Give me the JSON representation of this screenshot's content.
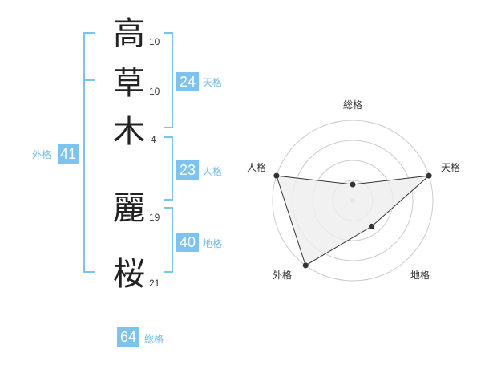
{
  "name": {
    "chars": [
      {
        "char": "高",
        "strokes": "10"
      },
      {
        "char": "草",
        "strokes": "10"
      },
      {
        "char": "木",
        "strokes": "4"
      },
      {
        "char": "麗",
        "strokes": "19"
      },
      {
        "char": "桜",
        "strokes": "21"
      }
    ]
  },
  "fortunes": {
    "tenkaku": {
      "value": "24",
      "label": "天格"
    },
    "jinkaku": {
      "value": "23",
      "label": "人格"
    },
    "chikaku": {
      "value": "40",
      "label": "地格"
    },
    "gaikaku": {
      "value": "41",
      "label": "外格"
    },
    "soukaku": {
      "value": "64",
      "label": "総格"
    }
  },
  "chart_data": {
    "type": "radar",
    "axes": [
      "総格",
      "天格",
      "地格",
      "外格",
      "人格"
    ],
    "values": [
      0.2,
      1.0,
      0.4,
      1.0,
      1.0
    ],
    "max": 1.0,
    "rings": 4,
    "colors": {
      "fill": "#eeeeee",
      "stroke": "#333333",
      "grid": "#cccccc"
    }
  },
  "colors": {
    "accent": "#7cc3ef",
    "accent_text": "#74bce8"
  }
}
